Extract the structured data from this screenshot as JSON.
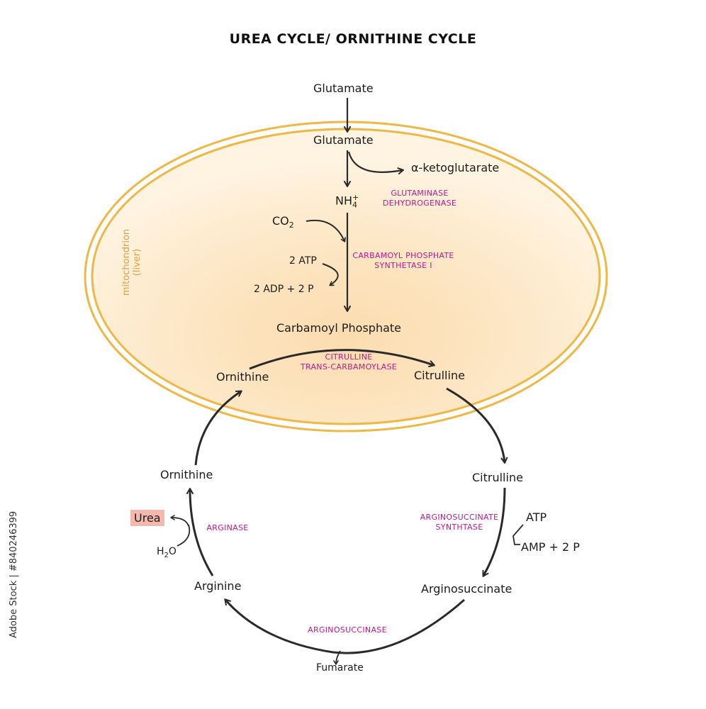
{
  "title": "UREA CYCLE/ ORNITHINE CYCLE",
  "compartment": {
    "line1": "mitochondrion",
    "line2": "(liver)"
  },
  "molecules": {
    "glutamate_outer": "Glutamate",
    "glutamate_inner": "Glutamate",
    "alpha_ketoglutarate": "α-ketoglutarate",
    "nh4_base": "NH",
    "nh4_sub": "4",
    "nh4_sup": "+",
    "co2_base": "CO",
    "co2_sub": "2",
    "atp2": "2 ATP",
    "adp2": "2 ADP + 2 P",
    "carbamoyl_phosphate": "Carbamoyl Phosphate",
    "ornithine_inner": "Ornithine",
    "citrulline_inner": "Citrulline",
    "citrulline_outer": "Citrulline",
    "atp": "ATP",
    "amp": "AMP + 2 P",
    "argininosuccinate": "Arginosuccinate",
    "fumarate": "Fumarate",
    "arginine": "Arginine",
    "h2o_base": "H",
    "h2o_sub": "2",
    "h2o_end": "O",
    "urea": "Urea",
    "ornithine_outer": "Ornithine"
  },
  "enzymes": {
    "glutaminase_1": "GLUTAMINASE",
    "glutaminase_2": "DEHYDROGENASE",
    "cps_1": "CARBAMOYL PHOSPHATE",
    "cps_2": "SYNTHETASE I",
    "otc_1": "CITRULLINE",
    "otc_2": "TRANS-CARBAMOYLASE",
    "ass_1": "ARGINOSUCCINATE",
    "ass_2": "SYNTHTASE",
    "asl": "ARGINOSUCCINASE",
    "arginase": "ARGINASE"
  },
  "watermark": "Adobe Stock | #840246399",
  "colors": {
    "enzyme": "#c2188e",
    "membrane": "#f0b744",
    "matrix": "#fde8c4",
    "arrow": "#2a2a2a",
    "urea_highlight": "#f4b8ad"
  },
  "icons": [
    "arrow-head"
  ]
}
